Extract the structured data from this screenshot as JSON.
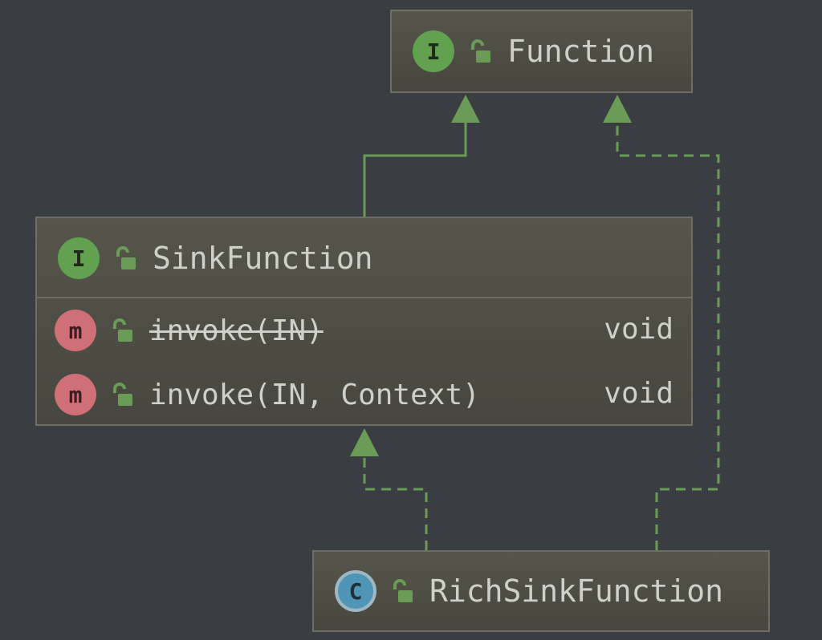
{
  "nodes": {
    "function": {
      "kind": "I",
      "name": "Function",
      "icon": "interface-icon"
    },
    "sink_function": {
      "kind": "I",
      "name": "SinkFunction",
      "icon": "interface-icon",
      "methods": [
        {
          "kind": "m",
          "signature": "invoke(IN)",
          "return_type": "void",
          "deprecated": true
        },
        {
          "kind": "m",
          "signature": "invoke(IN, Context)",
          "return_type": "void",
          "deprecated": false
        }
      ]
    },
    "rich_sink_function": {
      "kind": "C",
      "name": "RichSinkFunction",
      "icon": "class-icon"
    }
  },
  "edges": [
    {
      "from": "SinkFunction",
      "to": "Function",
      "type": "extends"
    },
    {
      "from": "RichSinkFunction",
      "to": "SinkFunction",
      "type": "implements"
    },
    {
      "from": "RichSinkFunction",
      "to": "Function",
      "type": "implements"
    }
  ],
  "colors": {
    "background": "#3a3d41",
    "node_fill": "#4f4f45",
    "node_border": "#6e6e66",
    "edge": "#6a9b57",
    "interface_badge": "#62a14f",
    "method_badge": "#cf6f76",
    "class_badge": "#4f95b7",
    "text": "#d0d0ca"
  }
}
